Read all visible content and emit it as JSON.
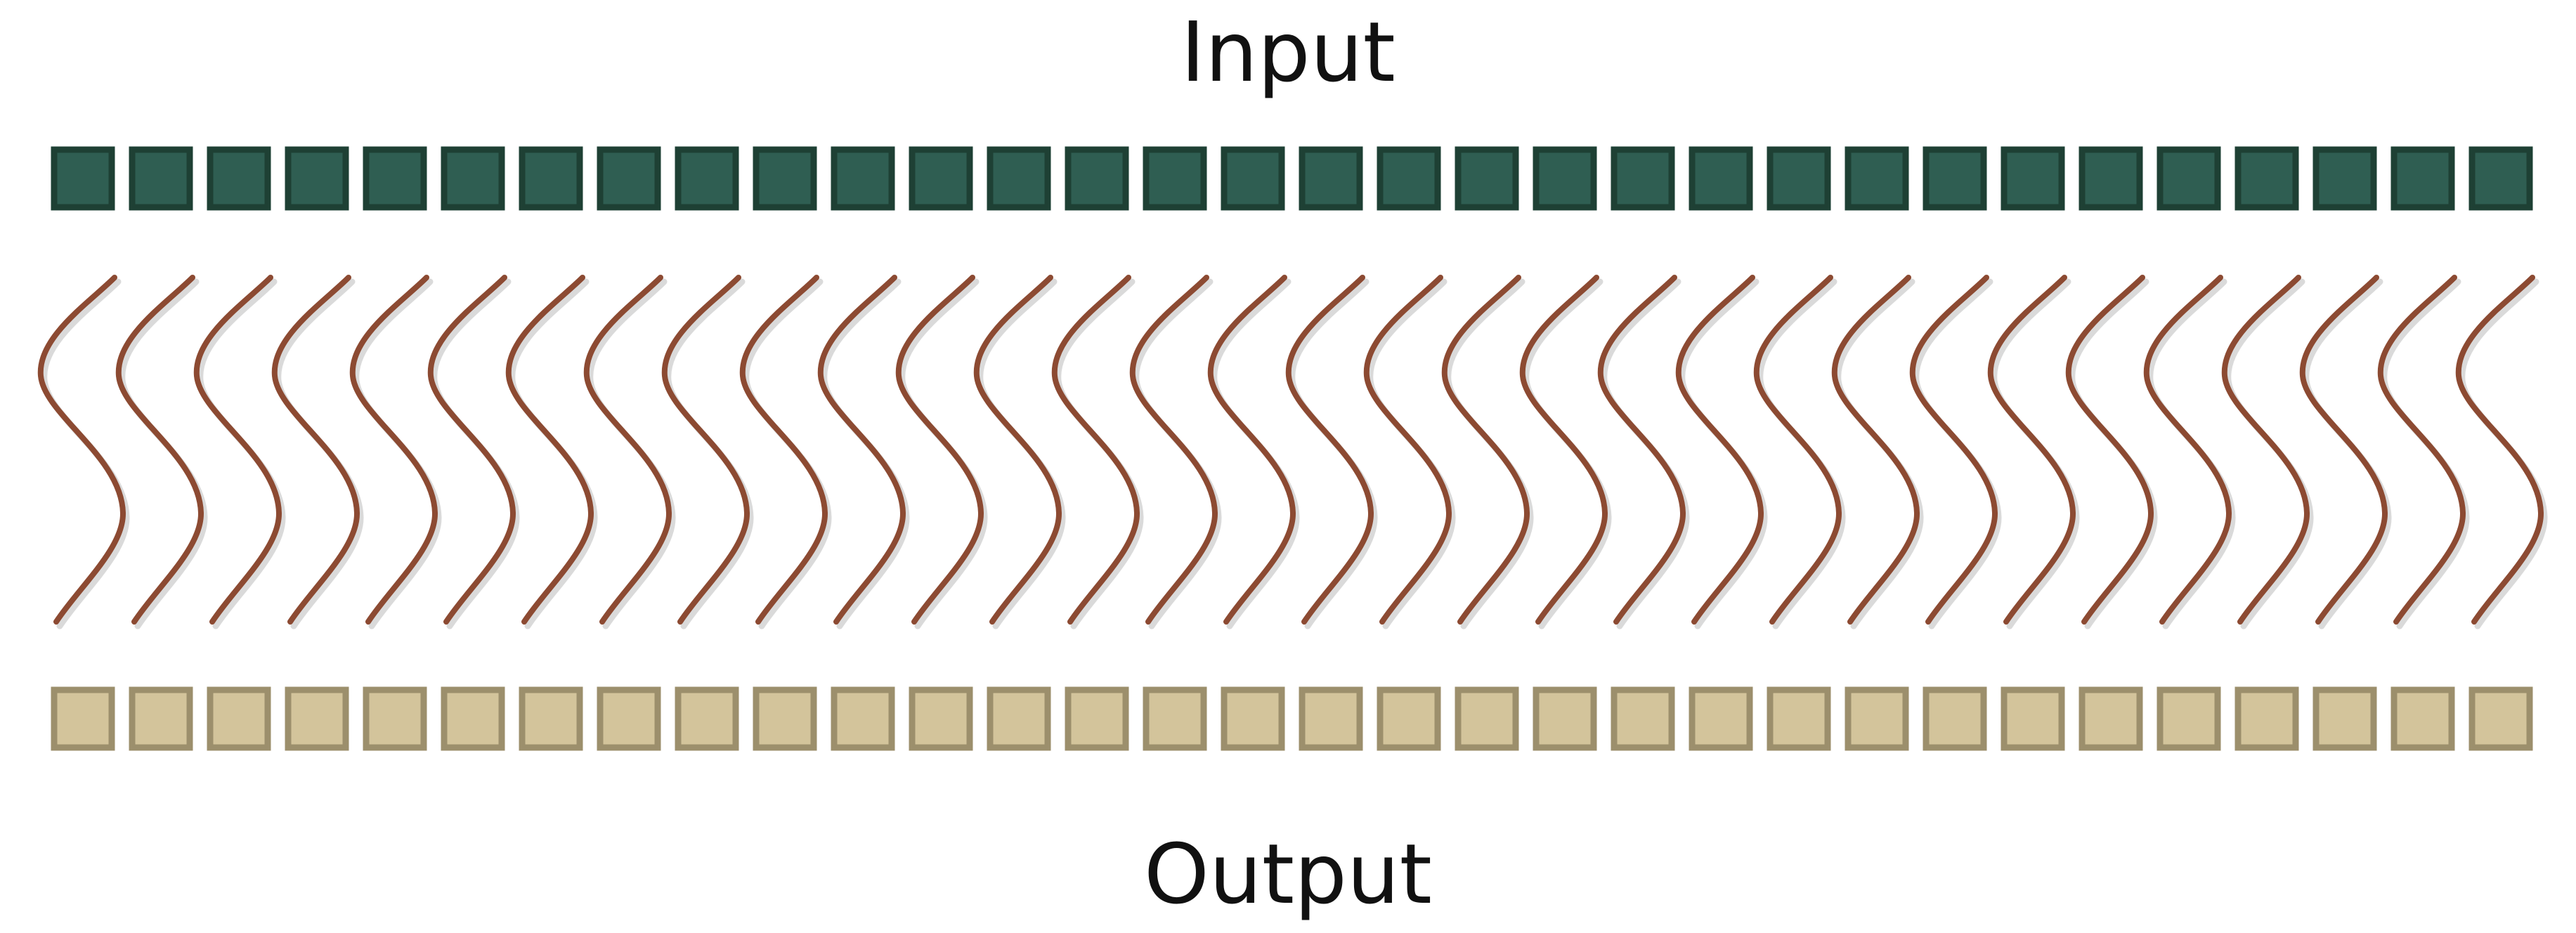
{
  "titles": {
    "input": "Input",
    "output": "Output"
  },
  "input_row": {
    "count": 32,
    "fill": "#2F5E52",
    "stroke": "#1E4034"
  },
  "connections": {
    "count": 32,
    "stroke": "#8C4A32",
    "shadow": "#BBBBBB"
  },
  "output_row": {
    "count": 32,
    "fill": "#D3C49B",
    "stroke": "#9C8F6C"
  }
}
